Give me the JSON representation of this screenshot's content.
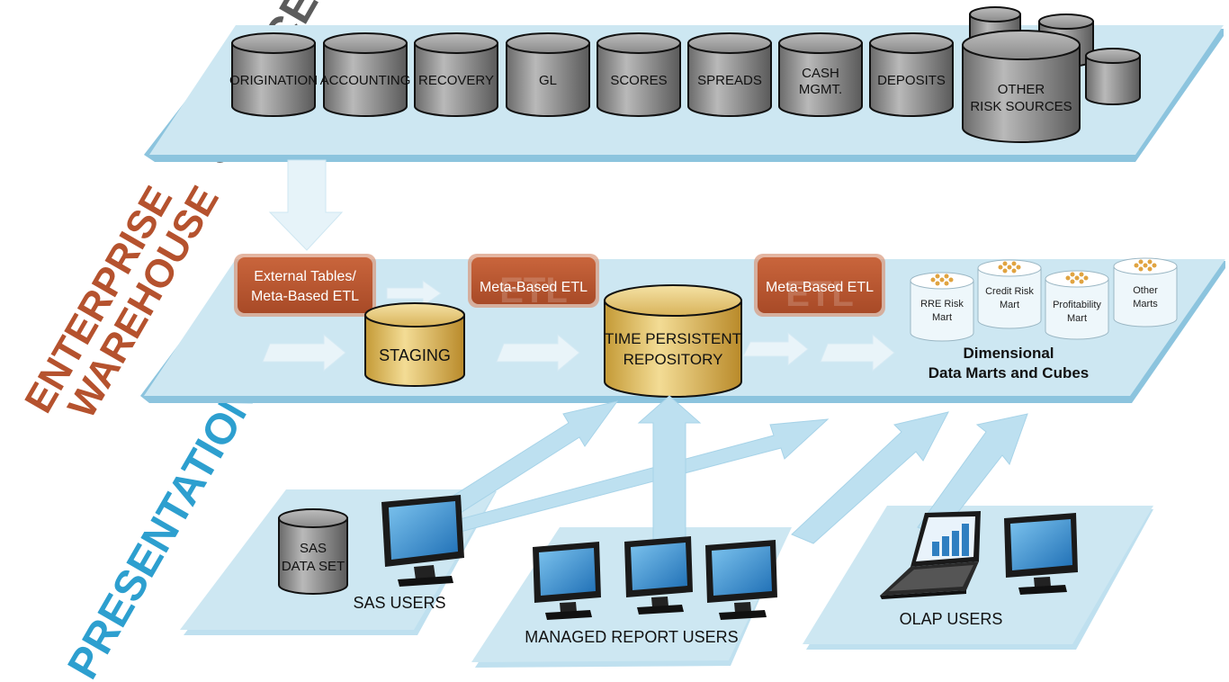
{
  "layers": {
    "sources": "SOURCES",
    "enterprise_line1": "ENTERPRISE",
    "enterprise_line2": "WAREHOUSE",
    "presentation": "PRESENTATION"
  },
  "sources": {
    "cylinders": [
      {
        "lines": [
          "ORIGINATION"
        ]
      },
      {
        "lines": [
          "ACCOUNTING"
        ]
      },
      {
        "lines": [
          "RECOVERY"
        ]
      },
      {
        "lines": [
          "GL"
        ]
      },
      {
        "lines": [
          "SCORES"
        ]
      },
      {
        "lines": [
          "SPREADS"
        ]
      },
      {
        "lines": [
          "CASH",
          "MGMT."
        ]
      },
      {
        "lines": [
          "DEPOSITS"
        ]
      }
    ],
    "other": [
      "OTHER",
      "RISK SOURCES"
    ]
  },
  "warehouse": {
    "etl_external": [
      "External Tables/",
      "Meta-Based ETL"
    ],
    "etl_meta_1": "Meta-Based ETL",
    "etl_meta_2": "Meta-Based ETL",
    "etl_watermark": "ETL",
    "staging": "STAGING",
    "repository": [
      "TIME PERSISTENT",
      "REPOSITORY"
    ],
    "marts": [
      {
        "lines": [
          "RRE Risk",
          "Mart"
        ]
      },
      {
        "lines": [
          "Credit Risk",
          "Mart"
        ]
      },
      {
        "lines": [
          "Profitability",
          "Mart"
        ]
      },
      {
        "lines": [
          "Other",
          "Marts"
        ]
      }
    ],
    "marts_caption": [
      "Dimensional",
      "Data Marts and Cubes"
    ]
  },
  "presentation": {
    "sas_data_set": [
      "SAS",
      "DATA SET"
    ],
    "sas_users": "SAS USERS",
    "managed_report_users": "MANAGED REPORT USERS",
    "olap_users": "OLAP USERS"
  },
  "colors": {
    "platform": "#cde7f2",
    "platform_edge": "#8cc4de",
    "cylinder_gray": "#8c8c8c",
    "etl_orange": "#b8532f",
    "gold": "#e8c56c",
    "label_gray": "#5c5c5c",
    "label_orange": "#b5522e",
    "label_blue": "#2d9fcf"
  }
}
